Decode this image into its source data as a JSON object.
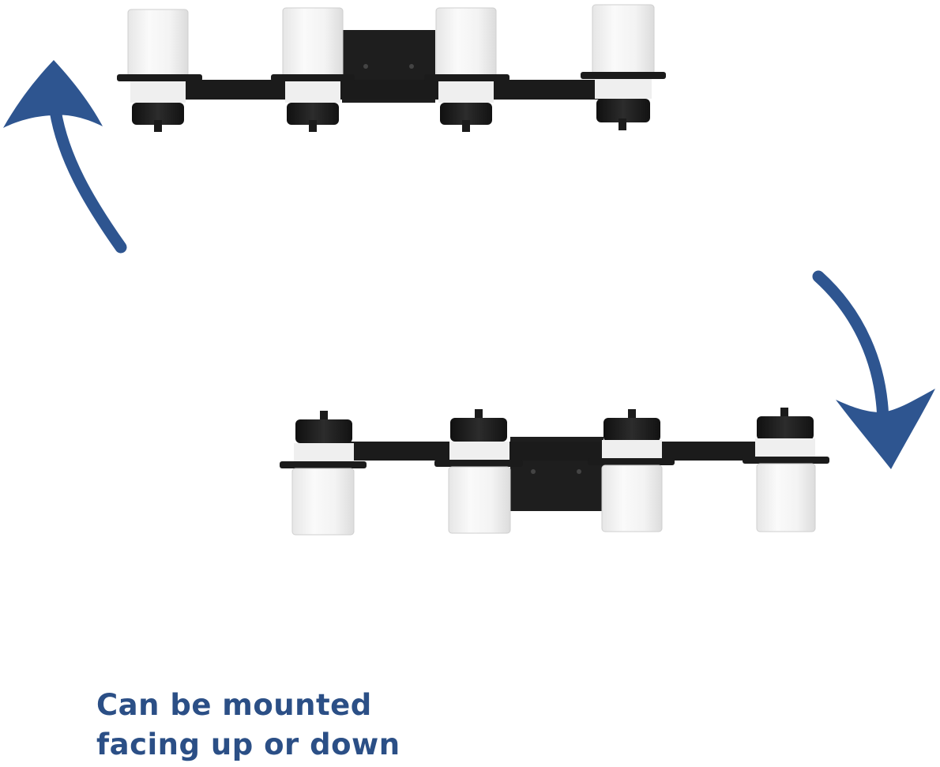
{
  "caption": {
    "line1": "Can be mounted",
    "line2": "facing up or down"
  },
  "colors": {
    "arrow": "#2e5590",
    "fixture_metal": "#1c1c1c",
    "glass": "#f2f2f2",
    "caption_text": "#2b4f86"
  },
  "scene": {
    "fixtures": [
      {
        "name": "fixture-facing-up",
        "orientation": "shades up",
        "lights": 4
      },
      {
        "name": "fixture-facing-down",
        "orientation": "shades down",
        "lights": 4
      }
    ],
    "arrows": [
      {
        "name": "curved-arrow-up",
        "direction": "up"
      },
      {
        "name": "curved-arrow-down",
        "direction": "down"
      }
    ]
  }
}
